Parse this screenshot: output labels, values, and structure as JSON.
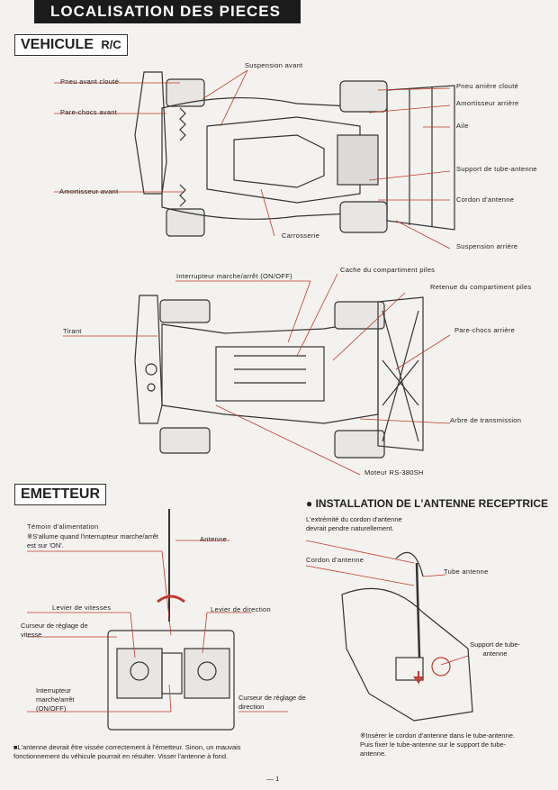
{
  "header": {
    "title": "LOCALISATION DES PIECES"
  },
  "vehicle": {
    "section_label": "VEHICULE",
    "rc_mark": "R/C",
    "top_view_labels": {
      "pneu_avant": "Pneu avant clouté",
      "pare_chocs_avant": "Pare-chocs avant",
      "amortisseur_avant": "Amortisseur avant",
      "suspension_avant": "Suspension avant",
      "carrosserie": "Carrosserie",
      "pneu_arriere": "Pneu arrière clouté",
      "amortisseur_arriere": "Amortisseur arrière",
      "aile": "Aile",
      "support_tube": "Support de tube-antenne",
      "cordon_antenne": "Cordon d'antenne",
      "suspension_arriere": "Suspension arrière"
    },
    "bottom_view_labels": {
      "interrupteur": "Interrupteur marche/arrêt (ON/OFF)",
      "cache_piles": "Cache du compartiment piles",
      "retenue_piles": "Retenue du compartiment piles",
      "tirant": "Tirant",
      "pare_chocs_arriere": "Pare-chocs arrière",
      "arbre": "Arbre de transmission",
      "moteur": "Moteur RS-380SH"
    }
  },
  "emetteur": {
    "section_label": "EMETTEUR",
    "temoin_title": "Témoin d'alimentation",
    "temoin_note": "※S'allume quand l'interrupteur marche/arrêt est sur 'ON'.",
    "antenne": "Antenne",
    "levier_vitesses": "Levier de vitesses",
    "levier_direction": "Levier de direction",
    "curseur_vitesse": "Curseur de réglage de vitesse",
    "interrupteur": "Interrupteur marche/arrêt (ON/OFF)",
    "curseur_direction": "Curseur de réglage de direction",
    "footnote": "■L'antenne devrait être vissée correctement à l'émetteur. Sinon, un mauvais fonctionnement du véhicule pourrait en résulter. Visser l'antenne à fond."
  },
  "installation": {
    "title": "● INSTALLATION DE L'ANTENNE RECEPTRICE",
    "extremite": "L'extrémité du cordon d'antenne devrait pendre naturellement.",
    "cordon": "Cordon d'antenne",
    "tube": "Tube antenne",
    "support": "Support de tube-antenne",
    "note": "※Insérer le cordon d'antenne dans le tube-antenne. Puis fixer le tube-antenne sur le support de tube-antenne."
  },
  "page_number": "— 1"
}
